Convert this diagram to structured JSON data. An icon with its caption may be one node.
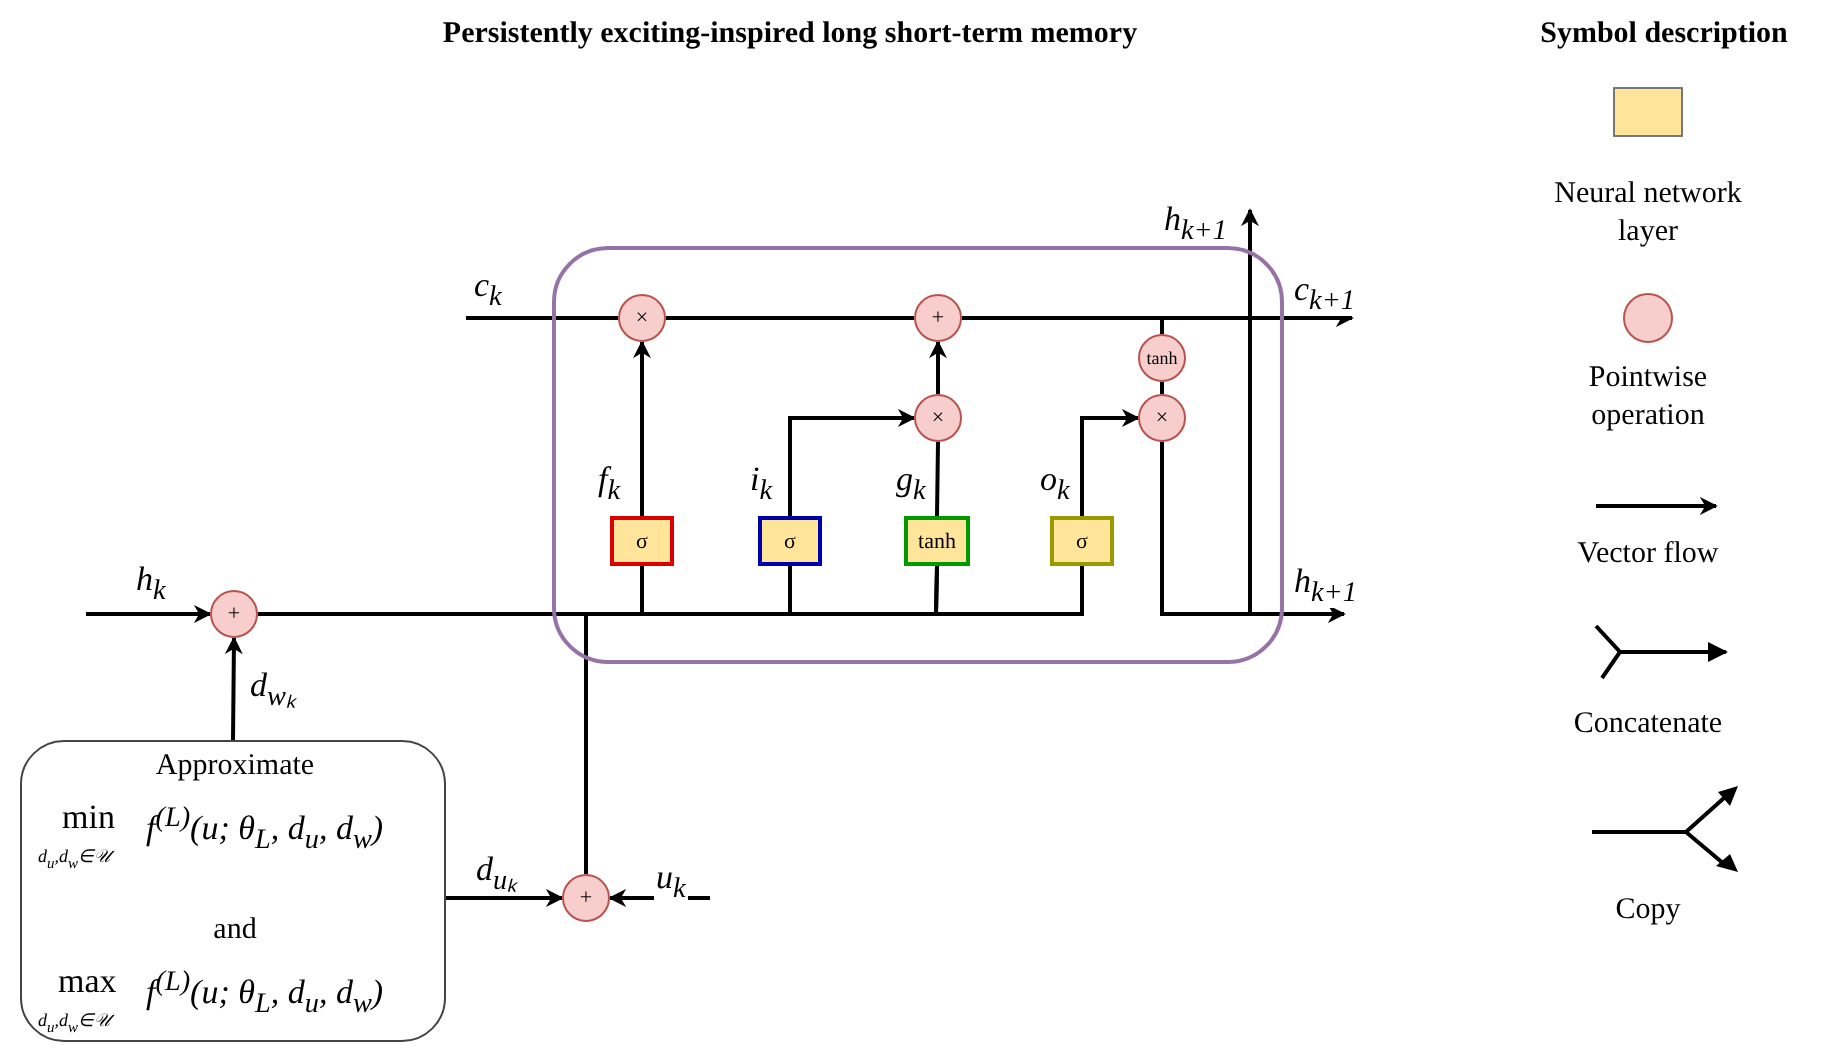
{
  "diagram": {
    "title": "Persistently exciting-inspired long short-term memory",
    "nodes": [
      {
        "text": [],
        "shape": "box"
      },
      {
        "text": [
          "×"
        ],
        "in": 0
      },
      {
        "text": [
          "+"
        ],
        "in": 0
      },
      {
        "text": [
          "tanh"
        ],
        "in": 0
      },
      {
        "text": [
          "×"
        ],
        "in": 0
      },
      {
        "text": [
          "×"
        ],
        "in": 0
      },
      {
        "text": [
          "σ"
        ],
        "in": 0
      },
      {
        "text": [
          "σ"
        ],
        "in": 0
      },
      {
        "text": [
          "tanh"
        ],
        "in": 0
      },
      {
        "text": [
          "σ"
        ],
        "in": 0
      },
      {
        "text": [
          "+"
        ]
      },
      {
        "text": [
          "+"
        ]
      },
      {
        "text": [
          "Approximate",
          "min",
          "d$_{u}$,d$_{w}$∈𝒰",
          "f$^{(L)}$(u; θ$_{L}$, d$_{u}$, d$_{w}$)",
          "and",
          "max",
          "d$_{u}$,d$_{w}$∈𝒰",
          "f$^{(L)}$(u; θ$_{L}$, d$_{u}$, d$_{w}$)"
        ]
      }
    ],
    "edges": [
      {
        "from": null,
        "to": 1,
        "arrow": "none",
        "label": "c$_{k}$"
      },
      {
        "from": 1,
        "to": 2,
        "arrow": "none"
      },
      {
        "from": 2,
        "to": null,
        "arrow": "to",
        "label": "c$_{k+1}$"
      },
      {
        "from": 2,
        "to": 3,
        "arrow": "none"
      },
      {
        "from": 3,
        "to": 5,
        "arrow": "none"
      },
      {
        "from": 6,
        "to": 1,
        "arrow": "to",
        "label": "f$_{k}$"
      },
      {
        "from": 7,
        "to": 4,
        "arrow": "to",
        "label": "i$_{k}$"
      },
      {
        "from": 8,
        "to": 4,
        "arrow": "none",
        "label": "g$_{k}$"
      },
      {
        "from": 4,
        "to": 2,
        "arrow": "to"
      },
      {
        "from": 9,
        "to": 5,
        "arrow": "to",
        "label": "o$_{k}$"
      },
      {
        "from": 5,
        "to": null,
        "arrow": "to",
        "label": "h$_{k+1}$"
      },
      {
        "from": 5,
        "to": null,
        "arrow": "to",
        "label": "h$_{k+1}$"
      },
      {
        "from": null,
        "to": 10,
        "arrow": "to",
        "label": "h$_{k}$"
      },
      {
        "from": 12,
        "to": 10,
        "arrow": "to",
        "label": "d$_{wₖ}$"
      },
      {
        "from": 12,
        "to": 11,
        "arrow": "to",
        "label": "d$_{uₖ}$"
      },
      {
        "from": null,
        "to": 11,
        "arrow": "to",
        "label": "u$_{k}$"
      },
      {
        "from": 10,
        "to": 6,
        "arrow": "none"
      },
      {
        "from": 10,
        "to": 7,
        "arrow": "none"
      },
      {
        "from": 10,
        "to": 8,
        "arrow": "none"
      },
      {
        "from": 10,
        "to": 9,
        "arrow": "none"
      },
      {
        "from": 11,
        "to": 6,
        "arrow": "none"
      },
      {
        "from": 11,
        "to": 7,
        "arrow": "none"
      },
      {
        "from": 11,
        "to": 8,
        "arrow": "none"
      },
      {
        "from": 11,
        "to": 9,
        "arrow": "none"
      }
    ],
    "labels": [
      "Symbol description"
    ],
    "legend": [
      {
        "text": "Neural network layer",
        "color": "#ffe599"
      },
      {
        "text": "Pointwise operation",
        "color": "#f8cecc"
      },
      {
        "text": "Vector flow"
      },
      {
        "text": "Concatenate"
      },
      {
        "text": "Copy"
      }
    ]
  }
}
